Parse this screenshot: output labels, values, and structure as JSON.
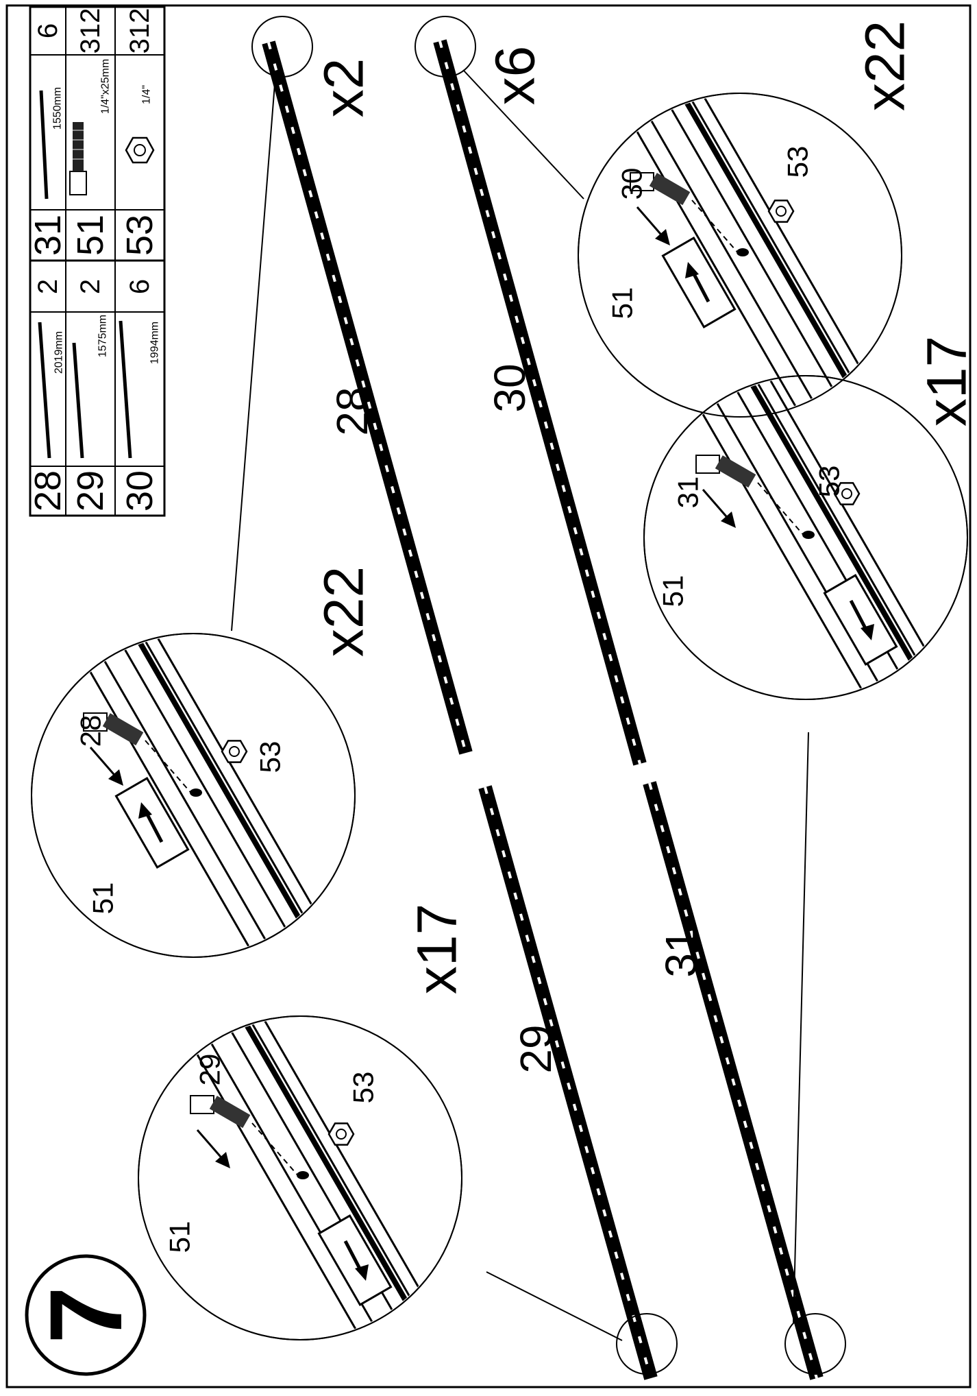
{
  "step": {
    "number": "7"
  },
  "parts_table": {
    "left": [
      {
        "id": "28",
        "length": "2019mm",
        "qty": "2"
      },
      {
        "id": "29",
        "length": "1575mm",
        "qty": "2"
      },
      {
        "id": "30",
        "length": "1994mm",
        "qty": "6"
      }
    ],
    "right": [
      {
        "id": "31",
        "size": "1550mm",
        "qty": "6",
        "icon": "rail-icon"
      },
      {
        "id": "51",
        "size": "1/4\"x25mm",
        "qty": "312",
        "icon": "bolt-icon"
      },
      {
        "id": "53",
        "size": "1/4\"",
        "qty": "312",
        "icon": "hex-nut-icon"
      }
    ]
  },
  "rails": [
    {
      "label": "28",
      "count": "x2"
    },
    {
      "label": "29",
      "count": "x17"
    },
    {
      "label": "30",
      "count": "x6"
    },
    {
      "label": "31",
      "count": "x17"
    }
  ],
  "details": [
    {
      "rail": "28",
      "bolt": "51",
      "nut": "53",
      "count": "x22"
    },
    {
      "rail": "29",
      "bolt": "51",
      "nut": "53",
      "count": "x17"
    },
    {
      "rail": "30",
      "bolt": "51",
      "nut": "53",
      "count": "x22"
    },
    {
      "rail": "31",
      "bolt": "51",
      "nut": "53",
      "count": "x17"
    }
  ]
}
